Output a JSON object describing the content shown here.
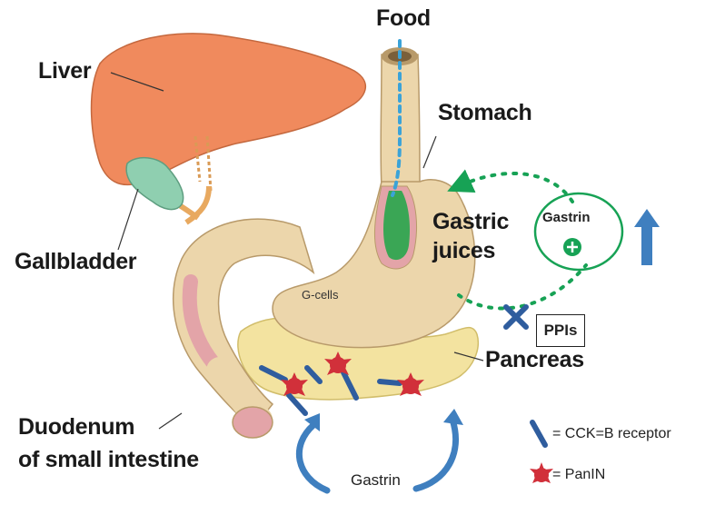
{
  "labels": {
    "food": "Food",
    "liver": "Liver",
    "stomach": "Stomach",
    "gastric_juices_line1": "Gastric",
    "gastric_juices_line2": "juices",
    "gallbladder": "Gallbladder",
    "g_cells": "G-cells",
    "pancreas": "Pancreas",
    "duodenum_line1": "Duodenum",
    "duodenum_line2": "of small intestine",
    "ppis": "PPIs",
    "gastrin_oval": "Gastrin",
    "gastrin_bottom": "Gastrin"
  },
  "legend": {
    "receptor": "= CCK=B receptor",
    "panin": "= PanIN"
  },
  "colors": {
    "liver": "#f08a5d",
    "gallbladder": "#8fcfb0",
    "organ_tan": "#ecd6ab",
    "pancreas": "#f3e3a0",
    "lumen_pink": "#e3a4a8",
    "gastric_juice": "#3aa655",
    "feedback_green": "#17a255",
    "receptor_blue": "#2f5d9e",
    "panin_red": "#d1303a",
    "food_dots": "#3ba3d8"
  }
}
